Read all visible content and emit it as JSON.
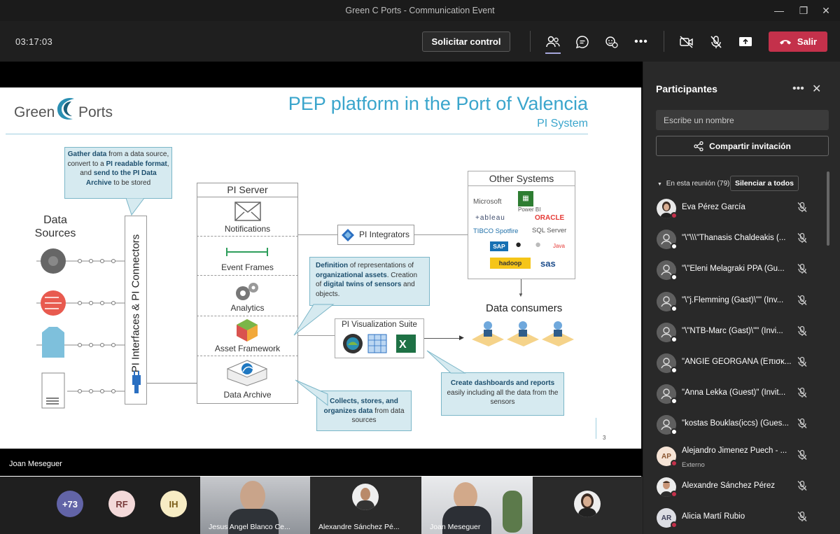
{
  "window": {
    "title": "Green C Ports - Communication Event"
  },
  "toolbar": {
    "timer": "03:17:03",
    "request_control": "Solicitar control",
    "leave": "Salir"
  },
  "slide": {
    "logo_left": "Green",
    "logo_right": "Ports",
    "title": "PEP platform in the Port of Valencia",
    "subtitle": "PI System",
    "callout_gather": {
      "b1": "Gather data",
      "t1": " from a data source, convert to a ",
      "b2": "PI readable format",
      "t2": ", and ",
      "b3": "send to the PI Data Archive",
      "t3": " to be stored"
    },
    "data_sources": "Data Sources",
    "connectors": "PI Interfaces & PI Connectors",
    "server_title": "PI Server",
    "server_items": [
      "Notifications",
      "Event Frames",
      "Analytics",
      "Asset Framework",
      "Data Archive"
    ],
    "integrators": "PI Integrators",
    "other_systems": "Other Systems",
    "other_logos": [
      "Microsoft",
      "Power BI",
      "+ableau",
      "ORACLE",
      "TIBCO Spotfire",
      "SQL Server",
      "SAP",
      "Java",
      "hadoop",
      "sas"
    ],
    "callout_definition": {
      "b1": "Definition",
      "t1": " of representations of ",
      "b2": "organizational assets",
      "t2": ". Creation of ",
      "b3": "digital twins of sensors",
      "t3": " and objects."
    },
    "viz_suite": "PI Visualization Suite",
    "data_consumers": "Data consumers",
    "callout_dashboards": {
      "b1": "Create dashboards and reports",
      "t1": " easily including all the data from the sensors"
    },
    "callout_collects": {
      "b1": "Collects, stores, and organizes data",
      "t1": " from data sources"
    },
    "page_number": "3"
  },
  "stage": {
    "presenter_name": "Joan Meseguer"
  },
  "gallery": {
    "overflow": "+73",
    "avatars": [
      "RF",
      "IH"
    ],
    "tiles": [
      "Jesus Angel Blanco Ce...",
      "Alexandre Sánchez Pé...",
      "Joan Meseguer"
    ]
  },
  "panel": {
    "title": "Participantes",
    "search_placeholder": "Escribe un nombre",
    "share": "Compartir invitación",
    "section": "En esta reunión (79)",
    "mute_all": "Silenciar a todos",
    "participants": [
      {
        "name": "Eva Pérez García",
        "sub": "",
        "initials": "",
        "kind": "photo-female"
      },
      {
        "name": "\"\\\"\\\\\\\"Thanasis Chaldeakis (...",
        "sub": "",
        "initials": "",
        "kind": "generic"
      },
      {
        "name": "\"\\\"Eleni Melagraki PPA (Gu...",
        "sub": "",
        "initials": "",
        "kind": "generic"
      },
      {
        "name": "\"\\\"j.Flemming (Gast)\\\"\" (Inv...",
        "sub": "",
        "initials": "",
        "kind": "generic"
      },
      {
        "name": "\"\\\"NTB-Marc (Gast)\\\"\" (Invi...",
        "sub": "",
        "initials": "",
        "kind": "generic"
      },
      {
        "name": "\"ANGIE GEORGANA (Επισκ...",
        "sub": "",
        "initials": "",
        "kind": "generic"
      },
      {
        "name": "\"Anna Lekka (Guest)\" (Invit...",
        "sub": "",
        "initials": "",
        "kind": "generic"
      },
      {
        "name": "\"kostas Bouklas(iccs) (Gues...",
        "sub": "",
        "initials": "",
        "kind": "generic"
      },
      {
        "name": "Alejandro Jimenez Puech - ...",
        "sub": "Externo",
        "initials": "AP",
        "kind": "initials"
      },
      {
        "name": "Alexandre Sánchez Pérez",
        "sub": "",
        "initials": "",
        "kind": "photo-male"
      },
      {
        "name": "Alicia Martí Rubio",
        "sub": "",
        "initials": "AR",
        "kind": "initials"
      }
    ]
  }
}
